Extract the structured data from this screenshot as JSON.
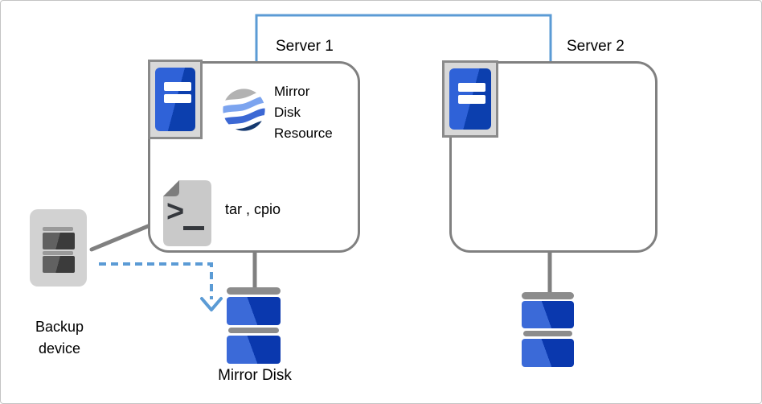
{
  "diagram": {
    "server1": {
      "label": "Server 1"
    },
    "server2": {
      "label": "Server 2"
    },
    "mirror_disk_resource": {
      "label": "Mirror\nDisk\nResource"
    },
    "backup_tools": {
      "label": "tar , cpio"
    },
    "backup_device": {
      "label": "Backup\ndevice"
    },
    "mirror_disk": {
      "label": "Mirror Disk"
    },
    "colors": {
      "accent_blue": "#5b9bd5",
      "line_gray": "#808080",
      "server_blue_light": "#2f62d8",
      "server_blue_dark": "#0c3fae",
      "navy_wave": "#15396f"
    },
    "icons": {
      "server_icon": "server tower with two slots",
      "mirror_disk_resource_icon": "wave sphere",
      "terminal_file_icon": "script file with > _ prompt",
      "backup_device_icon": "tape backup drive",
      "mirror_disk_icon": "stacked disk platters"
    }
  }
}
